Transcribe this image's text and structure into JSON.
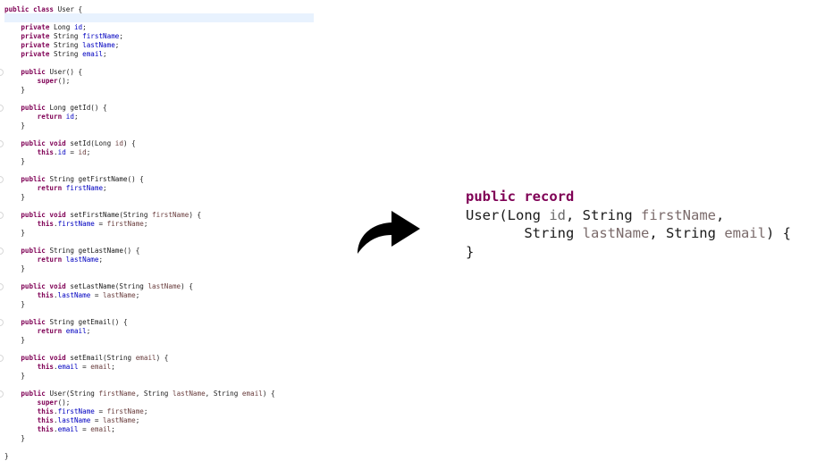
{
  "left_code": {
    "highlight_line_index": 1,
    "lines": [
      [
        [
          "kw",
          "public class "
        ],
        [
          "tx",
          "User {"
        ]
      ],
      [],
      [
        [
          "kw",
          "    private "
        ],
        [
          "tx",
          "Long "
        ],
        [
          "fd",
          "id"
        ],
        [
          "tx",
          ";"
        ]
      ],
      [
        [
          "kw",
          "    private "
        ],
        [
          "tx",
          "String "
        ],
        [
          "fd",
          "firstName"
        ],
        [
          "tx",
          ";"
        ]
      ],
      [
        [
          "kw",
          "    private "
        ],
        [
          "tx",
          "String "
        ],
        [
          "fd",
          "lastName"
        ],
        [
          "tx",
          ";"
        ]
      ],
      [
        [
          "kw",
          "    private "
        ],
        [
          "tx",
          "String "
        ],
        [
          "fd",
          "email"
        ],
        [
          "tx",
          ";"
        ]
      ],
      [],
      [
        [
          "kw",
          "    public "
        ],
        [
          "tx",
          "User() {"
        ]
      ],
      [
        [
          "kw",
          "        super"
        ],
        [
          "tx",
          "();"
        ]
      ],
      [
        [
          "tx",
          "    }"
        ]
      ],
      [],
      [
        [
          "kw",
          "    public "
        ],
        [
          "tx",
          "Long getId() {"
        ]
      ],
      [
        [
          "kw",
          "        return "
        ],
        [
          "fd",
          "id"
        ],
        [
          "tx",
          ";"
        ]
      ],
      [
        [
          "tx",
          "    }"
        ]
      ],
      [],
      [
        [
          "kw",
          "    public void "
        ],
        [
          "tx",
          "setId(Long "
        ],
        [
          "pm",
          "id"
        ],
        [
          "tx",
          ") {"
        ]
      ],
      [
        [
          "kw",
          "        this"
        ],
        [
          "tx",
          "."
        ],
        [
          "fd",
          "id"
        ],
        [
          "tx",
          " = "
        ],
        [
          "pm",
          "id"
        ],
        [
          "tx",
          ";"
        ]
      ],
      [
        [
          "tx",
          "    }"
        ]
      ],
      [],
      [
        [
          "kw",
          "    public "
        ],
        [
          "tx",
          "String getFirstName() {"
        ]
      ],
      [
        [
          "kw",
          "        return "
        ],
        [
          "fd",
          "firstName"
        ],
        [
          "tx",
          ";"
        ]
      ],
      [
        [
          "tx",
          "    }"
        ]
      ],
      [],
      [
        [
          "kw",
          "    public void "
        ],
        [
          "tx",
          "setFirstName(String "
        ],
        [
          "pm",
          "firstName"
        ],
        [
          "tx",
          ") {"
        ]
      ],
      [
        [
          "kw",
          "        this"
        ],
        [
          "tx",
          "."
        ],
        [
          "fd",
          "firstName"
        ],
        [
          "tx",
          " = "
        ],
        [
          "pm",
          "firstName"
        ],
        [
          "tx",
          ";"
        ]
      ],
      [
        [
          "tx",
          "    }"
        ]
      ],
      [],
      [
        [
          "kw",
          "    public "
        ],
        [
          "tx",
          "String getLastName() {"
        ]
      ],
      [
        [
          "kw",
          "        return "
        ],
        [
          "fd",
          "lastName"
        ],
        [
          "tx",
          ";"
        ]
      ],
      [
        [
          "tx",
          "    }"
        ]
      ],
      [],
      [
        [
          "kw",
          "    public void "
        ],
        [
          "tx",
          "setLastName(String "
        ],
        [
          "pm",
          "lastName"
        ],
        [
          "tx",
          ") {"
        ]
      ],
      [
        [
          "kw",
          "        this"
        ],
        [
          "tx",
          "."
        ],
        [
          "fd",
          "lastName"
        ],
        [
          "tx",
          " = "
        ],
        [
          "pm",
          "lastName"
        ],
        [
          "tx",
          ";"
        ]
      ],
      [
        [
          "tx",
          "    }"
        ]
      ],
      [],
      [
        [
          "kw",
          "    public "
        ],
        [
          "tx",
          "String getEmail() {"
        ]
      ],
      [
        [
          "kw",
          "        return "
        ],
        [
          "fd",
          "email"
        ],
        [
          "tx",
          ";"
        ]
      ],
      [
        [
          "tx",
          "    }"
        ]
      ],
      [],
      [
        [
          "kw",
          "    public void "
        ],
        [
          "tx",
          "setEmail(String "
        ],
        [
          "pm",
          "email"
        ],
        [
          "tx",
          ") {"
        ]
      ],
      [
        [
          "kw",
          "        this"
        ],
        [
          "tx",
          "."
        ],
        [
          "fd",
          "email"
        ],
        [
          "tx",
          " = "
        ],
        [
          "pm",
          "email"
        ],
        [
          "tx",
          ";"
        ]
      ],
      [
        [
          "tx",
          "    }"
        ]
      ],
      [],
      [
        [
          "kw",
          "    public "
        ],
        [
          "tx",
          "User(String "
        ],
        [
          "pm",
          "firstName"
        ],
        [
          "tx",
          ", String "
        ],
        [
          "pm",
          "lastName"
        ],
        [
          "tx",
          ", String "
        ],
        [
          "pm",
          "email"
        ],
        [
          "tx",
          ") {"
        ]
      ],
      [
        [
          "kw",
          "        super"
        ],
        [
          "tx",
          "();"
        ]
      ],
      [
        [
          "kw",
          "        this"
        ],
        [
          "tx",
          "."
        ],
        [
          "fd",
          "firstName"
        ],
        [
          "tx",
          " = "
        ],
        [
          "pm",
          "firstName"
        ],
        [
          "tx",
          ";"
        ]
      ],
      [
        [
          "kw",
          "        this"
        ],
        [
          "tx",
          "."
        ],
        [
          "fd",
          "lastName"
        ],
        [
          "tx",
          " = "
        ],
        [
          "pm",
          "lastName"
        ],
        [
          "tx",
          ";"
        ]
      ],
      [
        [
          "kw",
          "        this"
        ],
        [
          "tx",
          "."
        ],
        [
          "fd",
          "email"
        ],
        [
          "tx",
          " = "
        ],
        [
          "pm",
          "email"
        ],
        [
          "tx",
          ";"
        ]
      ],
      [
        [
          "tx",
          "    }"
        ]
      ],
      [],
      [
        [
          "tx",
          "}"
        ]
      ]
    ],
    "fold_marker_lines": [
      7,
      11,
      15,
      19,
      23,
      27,
      31,
      35,
      39,
      43
    ]
  },
  "right_code": {
    "lines": [
      [
        [
          "kw",
          "public record"
        ]
      ],
      [
        [
          "tx",
          "User(Long "
        ],
        [
          "pm",
          "id"
        ],
        [
          "tx",
          ", String "
        ],
        [
          "fd",
          "firstName"
        ],
        [
          "tx",
          ","
        ]
      ],
      [
        [
          "tx",
          "       String "
        ],
        [
          "fd",
          "lastName"
        ],
        [
          "tx",
          ", String "
        ],
        [
          "fd",
          "email"
        ],
        [
          "tx",
          ") {"
        ]
      ],
      [
        [
          "tx",
          "}"
        ]
      ]
    ]
  },
  "arrow": {
    "icon": "curved-arrow-right-icon",
    "color": "#000000"
  },
  "colors": {
    "keyword": "#7f0055",
    "field": "#0000c0",
    "parameter": "#6a3e3e",
    "highlight": "#e8f2fe"
  }
}
